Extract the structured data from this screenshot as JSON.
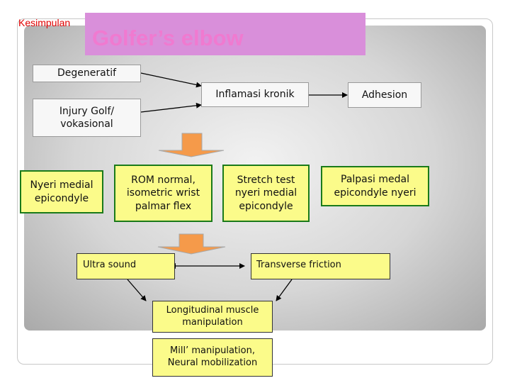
{
  "slide": {
    "section_label": "Kesimpulan",
    "title": "Golfer’s elbow"
  },
  "boxes": {
    "degeneratif": "Degeneratif",
    "injury": "Injury Golf/ vokasional",
    "inflamasi": "Inflamasi kronik",
    "adhesion": "Adhesion",
    "nyeri_medial": "Nyeri medial epicondyle",
    "rom": "ROM normal, isometric wrist palmar flex",
    "stretch": "Stretch test nyeri medial epicondyle",
    "palpasi": "Palpasi medal epicondyle nyeri",
    "ultra_sound": "Ultra sound",
    "transverse": "Transverse friction",
    "longitudinal": "Longitudinal muscle manipulation",
    "mill": "Mill’ manipulation, Neural mobilization"
  },
  "colors": {
    "title_bg": "#d98fda",
    "title_text": "#f07ad0",
    "section_label": "#e00000",
    "box_yellow": "#fbfb8a",
    "box_green_border": "#1a7a1a",
    "down_arrow": "#f59a4a"
  }
}
